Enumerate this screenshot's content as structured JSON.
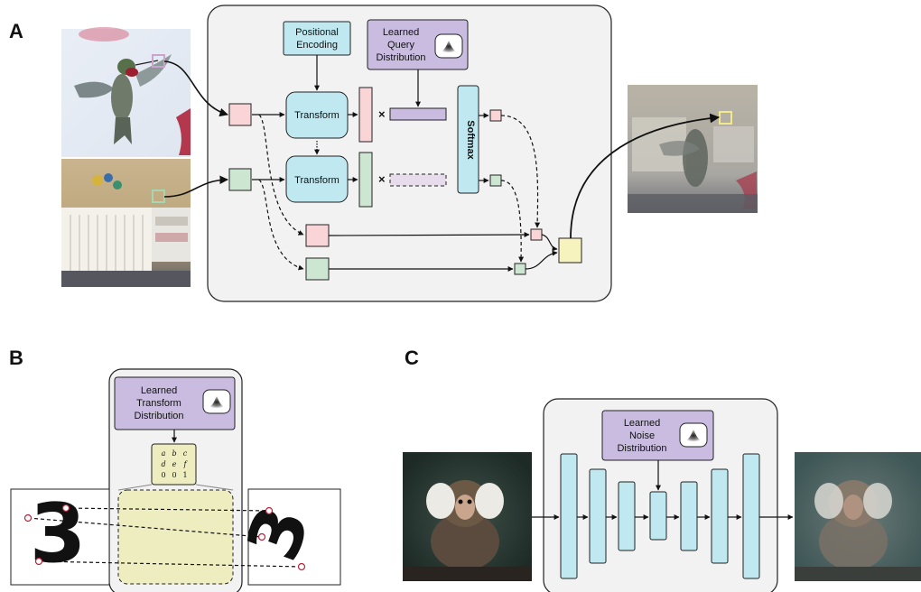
{
  "panel_labels": {
    "a": "A",
    "b": "B",
    "c": "C"
  },
  "panel_a": {
    "positional_encoding": [
      "Positional",
      "Encoding"
    ],
    "learned_query_distribution": [
      "Learned",
      "Query",
      "Distribution"
    ],
    "transform_top": "Transform",
    "transform_bottom": "Transform",
    "softmax": "Softmax",
    "multiply_top": "×",
    "multiply_bottom": "×",
    "images": [
      "hummingbird-photo",
      "crib-photo",
      "blended-output-photo"
    ]
  },
  "panel_b": {
    "learned_transform_distribution": [
      "Learned",
      "Transform",
      "Distribution"
    ],
    "matrix": [
      [
        "a",
        "b",
        "c"
      ],
      [
        "d",
        "e",
        "f"
      ],
      [
        "0",
        "0",
        "1"
      ]
    ],
    "input_digit": "3",
    "output_digit": "3"
  },
  "panel_c": {
    "learned_noise_distribution": [
      "Learned",
      "Noise",
      "Distribution"
    ],
    "images": [
      "marmoset-photo",
      "noisy-marmoset-photo"
    ]
  },
  "colors": {
    "panel_bg": "#f2f2f2",
    "cyan": "#bfe8f0",
    "lavender": "#c9bce0",
    "pink": "#f9d5d8",
    "green": "#cde6d2",
    "yellow": "#f7f3be",
    "pale_yellow": "#eeedc0"
  }
}
